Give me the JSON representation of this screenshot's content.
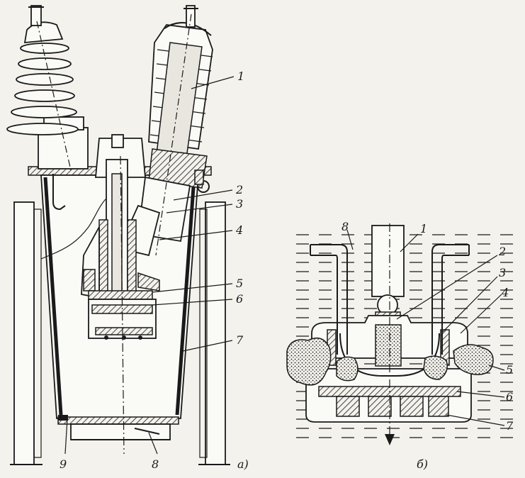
{
  "figure_a": {
    "caption": "а)",
    "labels": [
      "1",
      "2",
      "3",
      "4",
      "5",
      "6",
      "7",
      "8",
      "9"
    ]
  },
  "figure_b": {
    "caption": "б)",
    "labels": [
      "1",
      "2",
      "3",
      "4",
      "5",
      "6",
      "7",
      "8"
    ]
  },
  "colors": {
    "ink": "#1a1a1a",
    "paper": "#f4f2ec"
  }
}
